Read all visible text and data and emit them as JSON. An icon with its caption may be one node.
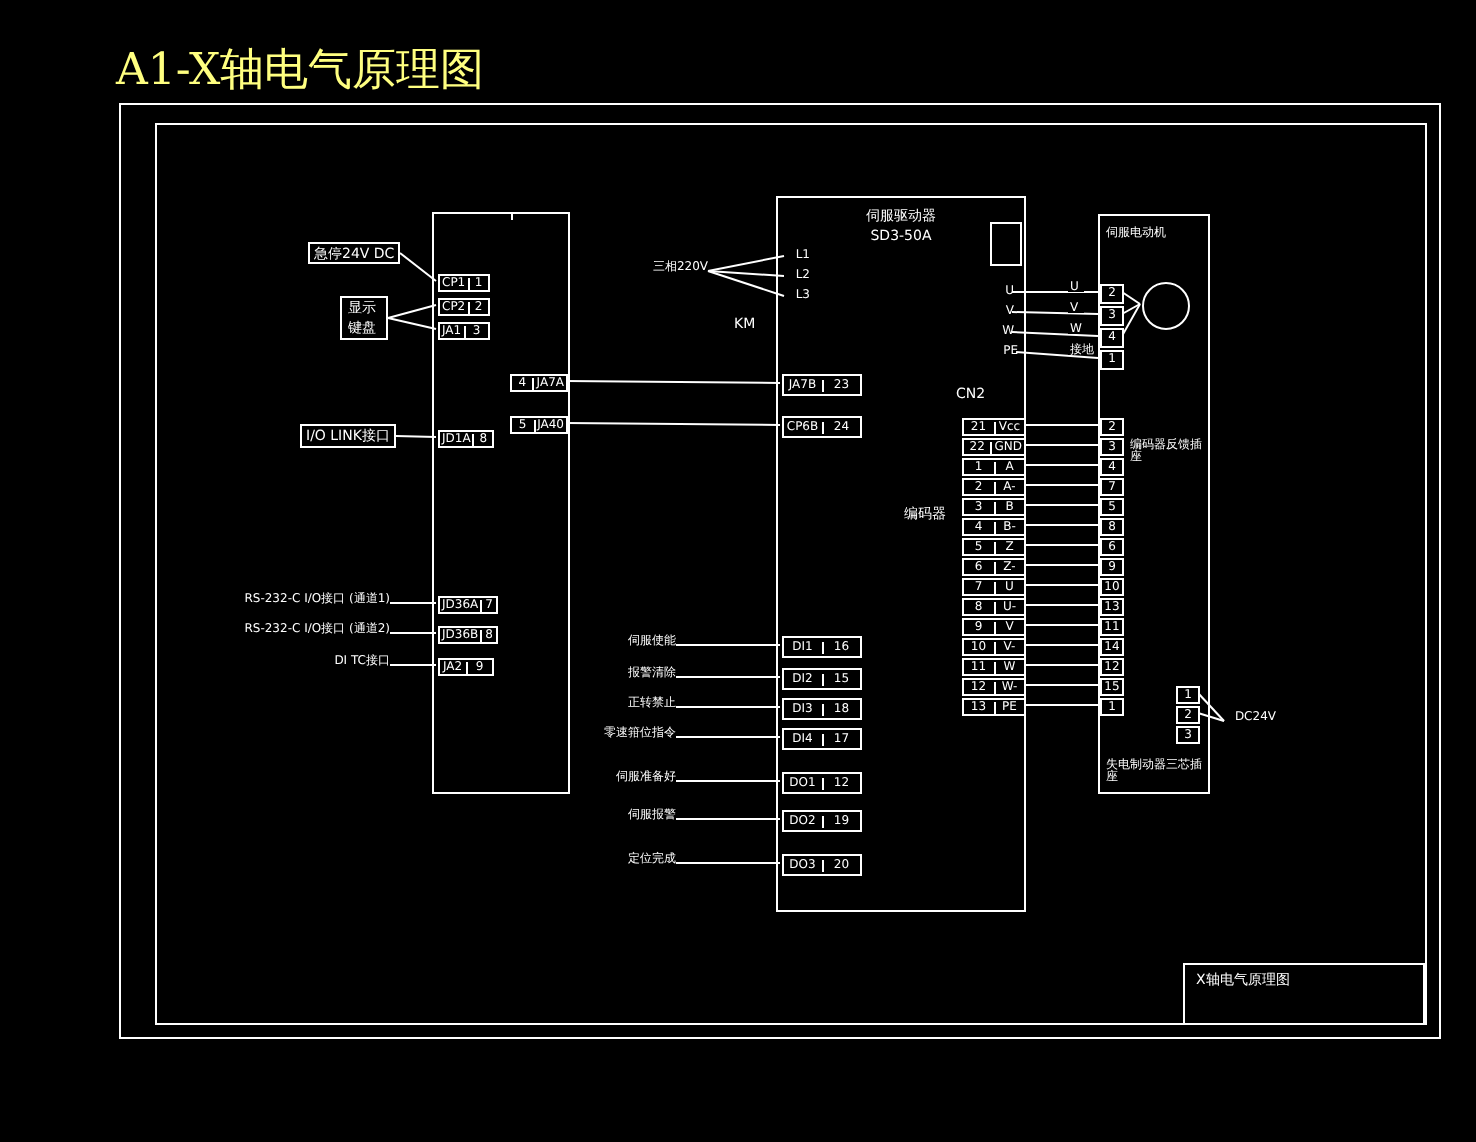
{
  "diagram": {
    "title": "A1-X轴电气原理图",
    "nodes": [
      {
        "text": [],
        "shape": "box"
      },
      {
        "text": [
          "急停24V DC"
        ]
      },
      {
        "text": [
          "显示",
          "键盘"
        ]
      },
      {
        "text": [
          "I/O LINK接口"
        ]
      },
      {
        "text": [
          "CP1",
          "1"
        ],
        "in": 0
      },
      {
        "text": [
          "CP2",
          "2"
        ],
        "in": 0
      },
      {
        "text": [
          "JA1",
          "3"
        ],
        "in": 0
      },
      {
        "text": [
          "4",
          "JA7A"
        ],
        "in": 0
      },
      {
        "text": [
          "5",
          "JA40"
        ],
        "in": 0
      },
      {
        "text": [
          "JD1A",
          "8"
        ],
        "in": 0
      },
      {
        "text": [
          "JD36A",
          "7"
        ],
        "in": 0
      },
      {
        "text": [
          "JD36B",
          "8"
        ],
        "in": 0
      },
      {
        "text": [
          "JA2",
          "9"
        ],
        "in": 0
      },
      {
        "text": [
          "RS-232-C I/O接口 (通道1)"
        ]
      },
      {
        "text": [
          "RS-232-C I/O接口 (通道2)"
        ]
      },
      {
        "text": [
          "DI TC接口"
        ]
      },
      {
        "text": [
          "伺服驱动器",
          "SD3-50A"
        ]
      },
      {
        "text": [
          "JA7B",
          "23"
        ],
        "in": 16
      },
      {
        "text": [
          "CP6B",
          "24"
        ],
        "in": 16
      },
      {
        "text": [
          "DI1",
          "16"
        ],
        "in": 16
      },
      {
        "text": [
          "DI2",
          "15"
        ],
        "in": 16
      },
      {
        "text": [
          "DI3",
          "18"
        ],
        "in": 16
      },
      {
        "text": [
          "DI4",
          "17"
        ],
        "in": 16
      },
      {
        "text": [
          "DO1",
          "12"
        ],
        "in": 16
      },
      {
        "text": [
          "DO2",
          "19"
        ],
        "in": 16
      },
      {
        "text": [
          "DO3",
          "20"
        ],
        "in": 16
      },
      {
        "text": [
          "伺服使能"
        ]
      },
      {
        "text": [
          "报警清除"
        ]
      },
      {
        "text": [
          "正转禁止"
        ]
      },
      {
        "text": [
          "零速箝位指令"
        ]
      },
      {
        "text": [
          "伺服准备好"
        ]
      },
      {
        "text": [
          "伺服报警"
        ]
      },
      {
        "text": [
          "定位完成"
        ]
      },
      {
        "text": [
          "三相220V"
        ]
      },
      {
        "text": [
          "L1"
        ],
        "in": 16
      },
      {
        "text": [
          "L2"
        ],
        "in": 16
      },
      {
        "text": [
          "L3"
        ],
        "in": 16
      },
      {
        "text": [
          "U"
        ],
        "in": 16
      },
      {
        "text": [
          "V"
        ],
        "in": 16
      },
      {
        "text": [
          "W"
        ],
        "in": 16
      },
      {
        "text": [
          "PE"
        ],
        "in": 16
      },
      {
        "text": [],
        "shape": "box",
        "in": 16
      },
      {
        "text": [
          "伺服电动机",
          "编码器反馈插座",
          "失电制动器三芯插座"
        ]
      },
      {
        "text": [],
        "shape": "circle",
        "in": 42
      },
      {
        "text": [
          "2"
        ],
        "in": 42
      },
      {
        "text": [
          "3"
        ],
        "in": 42
      },
      {
        "text": [
          "4"
        ],
        "in": 42
      },
      {
        "text": [
          "1"
        ],
        "in": 42
      },
      {
        "text": [
          "21",
          "Vcc"
        ],
        "in": 16
      },
      {
        "text": [
          "22",
          "GND"
        ],
        "in": 16
      },
      {
        "text": [
          "1",
          "A"
        ],
        "in": 16
      },
      {
        "text": [
          "2",
          "A-"
        ],
        "in": 16
      },
      {
        "text": [
          "3",
          "B"
        ],
        "in": 16
      },
      {
        "text": [
          "4",
          "B-"
        ],
        "in": 16
      },
      {
        "text": [
          "5",
          "Z"
        ],
        "in": 16
      },
      {
        "text": [
          "6",
          "Z-"
        ],
        "in": 16
      },
      {
        "text": [
          "7",
          "U"
        ],
        "in": 16
      },
      {
        "text": [
          "8",
          "U-"
        ],
        "in": 16
      },
      {
        "text": [
          "9",
          "V"
        ],
        "in": 16
      },
      {
        "text": [
          "10",
          "V-"
        ],
        "in": 16
      },
      {
        "text": [
          "11",
          "W"
        ],
        "in": 16
      },
      {
        "text": [
          "12",
          "W-"
        ],
        "in": 16
      },
      {
        "text": [
          "13",
          "PE"
        ],
        "in": 16
      },
      {
        "text": [
          "2"
        ],
        "in": 42
      },
      {
        "text": [
          "3"
        ],
        "in": 42
      },
      {
        "text": [
          "4"
        ],
        "in": 42
      },
      {
        "text": [
          "7"
        ],
        "in": 42
      },
      {
        "text": [
          "5"
        ],
        "in": 42
      },
      {
        "text": [
          "8"
        ],
        "in": 42
      },
      {
        "text": [
          "6"
        ],
        "in": 42
      },
      {
        "text": [
          "9"
        ],
        "in": 42
      },
      {
        "text": [
          "10"
        ],
        "in": 42
      },
      {
        "text": [
          "13"
        ],
        "in": 42
      },
      {
        "text": [
          "11"
        ],
        "in": 42
      },
      {
        "text": [
          "14"
        ],
        "in": 42
      },
      {
        "text": [
          "12"
        ],
        "in": 42
      },
      {
        "text": [
          "15"
        ],
        "in": 42
      },
      {
        "text": [
          "1"
        ],
        "in": 42
      },
      {
        "text": [
          "1"
        ],
        "in": 42
      },
      {
        "text": [
          "2"
        ],
        "in": 42
      },
      {
        "text": [
          "3"
        ],
        "in": 42
      },
      {
        "text": [
          "DC24V"
        ]
      }
    ],
    "edges": [
      {
        "from": 1,
        "to": 4,
        "arrow": "none"
      },
      {
        "from": 2,
        "to": 5,
        "arrow": "none"
      },
      {
        "from": 2,
        "to": 6,
        "arrow": "none"
      },
      {
        "from": 3,
        "to": 9,
        "arrow": "none"
      },
      {
        "from": 13,
        "to": 10,
        "arrow": "none"
      },
      {
        "from": 14,
        "to": 11,
        "arrow": "none"
      },
      {
        "from": 15,
        "to": 12,
        "arrow": "none"
      },
      {
        "from": 7,
        "to": 17,
        "arrow": "none"
      },
      {
        "from": 8,
        "to": 18,
        "arrow": "none"
      },
      {
        "from": 26,
        "to": 19,
        "arrow": "none"
      },
      {
        "from": 27,
        "to": 20,
        "arrow": "none"
      },
      {
        "from": 28,
        "to": 21,
        "arrow": "none"
      },
      {
        "from": 29,
        "to": 22,
        "arrow": "none"
      },
      {
        "from": 30,
        "to": 23,
        "arrow": "none"
      },
      {
        "from": 31,
        "to": 24,
        "arrow": "none"
      },
      {
        "from": 32,
        "to": 25,
        "arrow": "none"
      },
      {
        "from": 33,
        "to": 34,
        "arrow": "none"
      },
      {
        "from": 33,
        "to": 35,
        "arrow": "none"
      },
      {
        "from": 33,
        "to": 36,
        "arrow": "none"
      },
      {
        "from": 37,
        "to": 44,
        "arrow": "none",
        "label": "U"
      },
      {
        "from": 38,
        "to": 45,
        "arrow": "none",
        "label": "V"
      },
      {
        "from": 39,
        "to": 46,
        "arrow": "none",
        "label": "W"
      },
      {
        "from": 40,
        "to": 47,
        "arrow": "none",
        "label": "接地"
      },
      {
        "from": 44,
        "to": 43,
        "arrow": "none"
      },
      {
        "from": 45,
        "to": 43,
        "arrow": "none"
      },
      {
        "from": 46,
        "to": 43,
        "arrow": "none"
      },
      {
        "from": 48,
        "to": 63,
        "arrow": "none"
      },
      {
        "from": 49,
        "to": 64,
        "arrow": "none"
      },
      {
        "from": 50,
        "to": 65,
        "arrow": "none"
      },
      {
        "from": 51,
        "to": 66,
        "arrow": "none"
      },
      {
        "from": 52,
        "to": 67,
        "arrow": "none"
      },
      {
        "from": 53,
        "to": 68,
        "arrow": "none"
      },
      {
        "from": 54,
        "to": 69,
        "arrow": "none"
      },
      {
        "from": 55,
        "to": 70,
        "arrow": "none"
      },
      {
        "from": 56,
        "to": 71,
        "arrow": "none"
      },
      {
        "from": 57,
        "to": 72,
        "arrow": "none"
      },
      {
        "from": 58,
        "to": 73,
        "arrow": "none"
      },
      {
        "from": 59,
        "to": 74,
        "arrow": "none"
      },
      {
        "from": 60,
        "to": 75,
        "arrow": "none"
      },
      {
        "from": 61,
        "to": 76,
        "arrow": "none"
      },
      {
        "from": 62,
        "to": 77,
        "arrow": "none"
      },
      {
        "from": 81,
        "to": 78,
        "arrow": "none"
      },
      {
        "from": 81,
        "to": 79,
        "arrow": "none"
      }
    ],
    "labels": [
      "KM",
      "CN2",
      "编码器",
      "X轴电气原理图"
    ]
  }
}
